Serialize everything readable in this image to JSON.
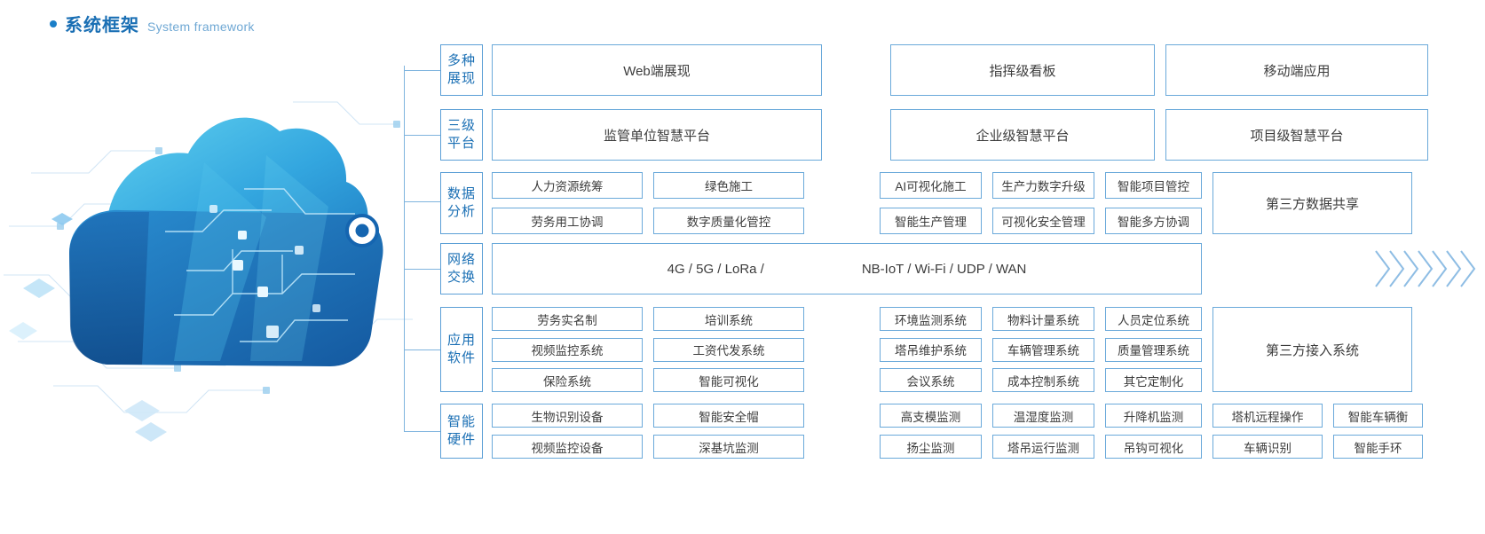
{
  "heading": {
    "bullet": "bullet-dot",
    "title_cn": "系统框架",
    "title_en": "System framework"
  },
  "illustration": {
    "name": "cloud-network-illustration",
    "colors": {
      "cloud_light": "#4fc3e8",
      "cloud_mid": "#2b8fd4",
      "cloud_dark": "#1b5fa8",
      "node_ring": "#1565b0",
      "circuit_line": "#bcd9ef"
    }
  },
  "rows": [
    {
      "id": "presentation",
      "label_lines": [
        "多种",
        "展现"
      ],
      "kind": "three-wide",
      "cells": [
        "Web端展现",
        "指挥级看板",
        "移动端应用"
      ]
    },
    {
      "id": "platform",
      "label_lines": [
        "三级",
        "平台"
      ],
      "kind": "three-wide",
      "cells": [
        "监管单位智慧平台",
        "企业级智慧平台",
        "项目级智慧平台"
      ]
    },
    {
      "id": "data-analysis",
      "label_lines": [
        "数据",
        "分析"
      ],
      "kind": "grid-2x2-3x2-side",
      "left_grid": [
        [
          "人力资源统筹",
          "绿色施工"
        ],
        [
          "劳务用工协调",
          "数字质量化管控"
        ]
      ],
      "right_grid": [
        [
          "AI可视化施工",
          "生产力数字升级",
          "智能项目管控"
        ],
        [
          "智能生产管理",
          "可视化安全管理",
          "智能多方协调"
        ]
      ],
      "side_cell": "第三方数据共享"
    },
    {
      "id": "network",
      "label_lines": [
        "网络",
        "交换"
      ],
      "kind": "banner",
      "banner_texts": [
        "4G / 5G / LoRa /",
        "NB-IoT / Wi-Fi / UDP / WAN"
      ],
      "arrow_count": 7
    },
    {
      "id": "app-software",
      "label_lines": [
        "应用",
        "软件"
      ],
      "kind": "grid-3rows-side",
      "left_grid": [
        [
          "劳务实名制",
          "培训系统"
        ],
        [
          "视频监控系统",
          "工资代发系统"
        ],
        [
          "保险系统",
          "智能可视化"
        ]
      ],
      "right_grid": [
        [
          "环境监测系统",
          "物料计量系统",
          "人员定位系统"
        ],
        [
          "塔吊维护系统",
          "车辆管理系统",
          "质量管理系统"
        ],
        [
          "会议系统",
          "成本控制系统",
          "其它定制化"
        ]
      ],
      "side_cell": "第三方接入系统"
    },
    {
      "id": "smart-hardware",
      "label_lines": [
        "智能",
        "硬件"
      ],
      "kind": "grid-2rows-wide",
      "left_grid": [
        [
          "生物识别设备",
          "智能安全帽"
        ],
        [
          "视频监控设备",
          "深基坑监测"
        ]
      ],
      "right_grid": [
        [
          "高支模监测",
          "温湿度监测",
          "升降机监测"
        ],
        [
          "扬尘监测",
          "塔吊运行监测",
          "吊钩可视化"
        ]
      ],
      "tail_grid": [
        [
          "塔机远程操作",
          "智能车辆衡"
        ],
        [
          "车辆识别",
          "智能手环"
        ]
      ]
    }
  ],
  "theme": {
    "accent": "#1a6fb4",
    "border": "#6aa9da",
    "rail": "#7fb4de",
    "text": "#3c3c3c",
    "arrow": "#8ebde4"
  }
}
